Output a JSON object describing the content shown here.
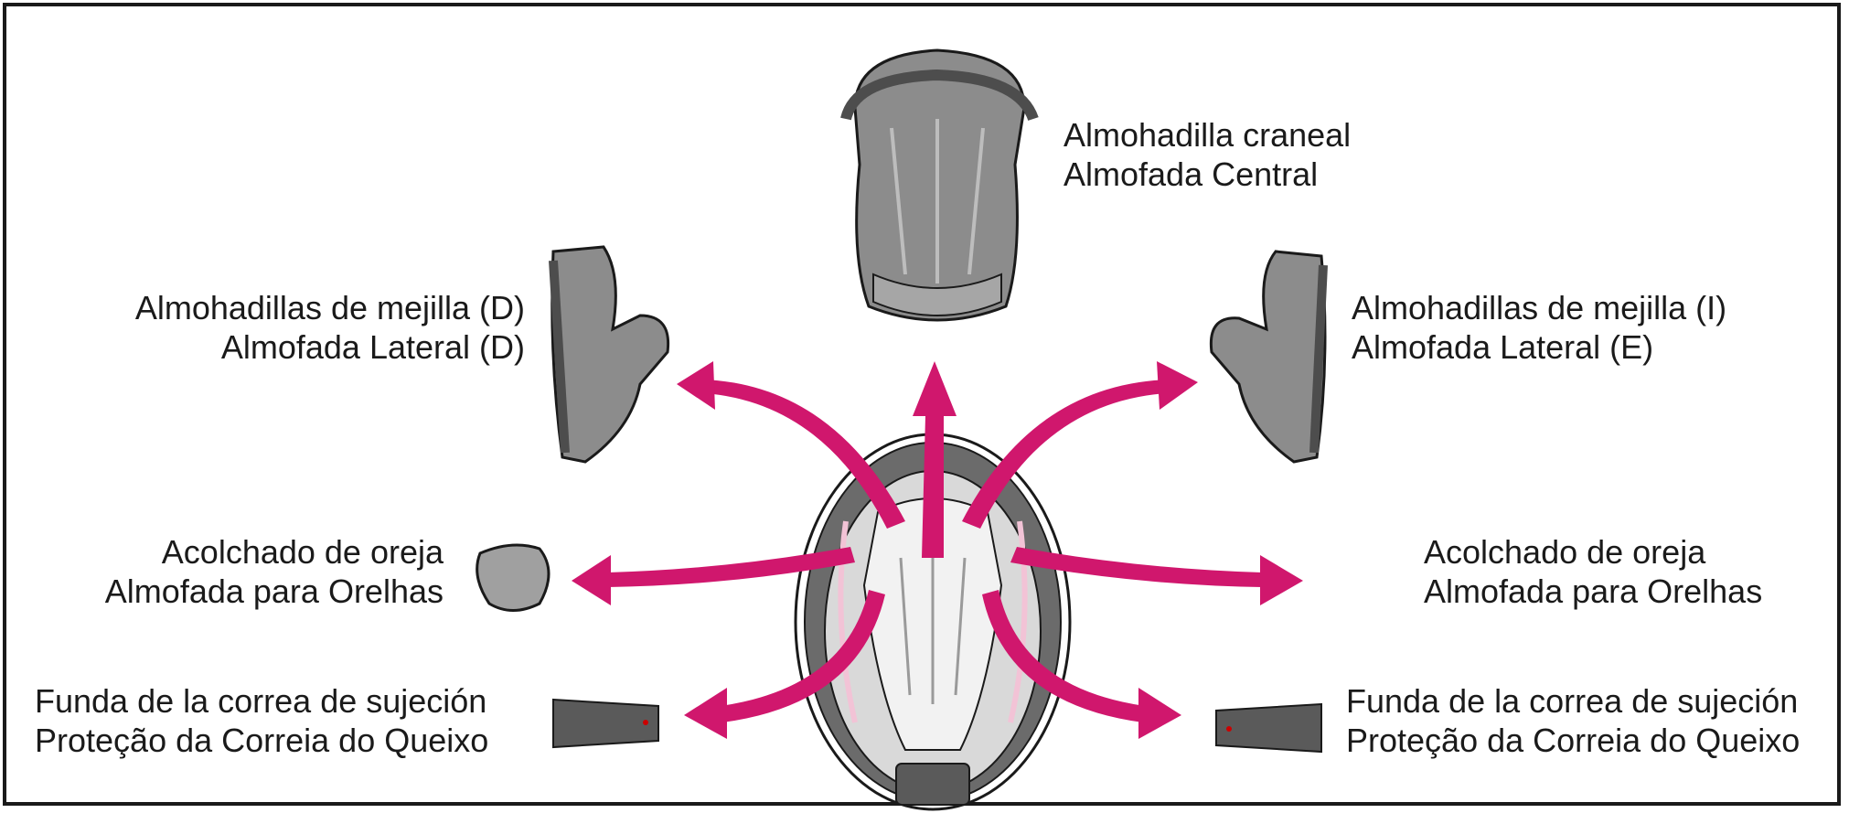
{
  "colors": {
    "arrow": "#d0176d",
    "pad_fill": "#8c8c8c",
    "pad_dark": "#4d4d4d",
    "liner_light": "#e6e6e6",
    "text": "#1a1a1a"
  },
  "labels": {
    "crown_pad": {
      "es": "Almohadilla craneal",
      "pt": "Almofada Central"
    },
    "cheek_pad_right": {
      "es": "Almohadillas de mejilla (D)",
      "pt": "Almofada Lateral (D)"
    },
    "cheek_pad_left": {
      "es": "Almohadillas de mejilla (I)",
      "pt": "Almofada Lateral (E)"
    },
    "ear_pad_left_side": {
      "es": "Acolchado de oreja",
      "pt": "Almofada para Orelhas"
    },
    "ear_pad_right_side": {
      "es": "Acolchado de oreja",
      "pt": "Almofada para Orelhas"
    },
    "chin_strap_cover_left_side": {
      "es": "Funda de la correa de sujeción",
      "pt": "Proteção da Correia do Queixo"
    },
    "chin_strap_cover_right_side": {
      "es": "Funda de la correa de sujeción",
      "pt": "Proteção da Correia do Queixo"
    }
  }
}
